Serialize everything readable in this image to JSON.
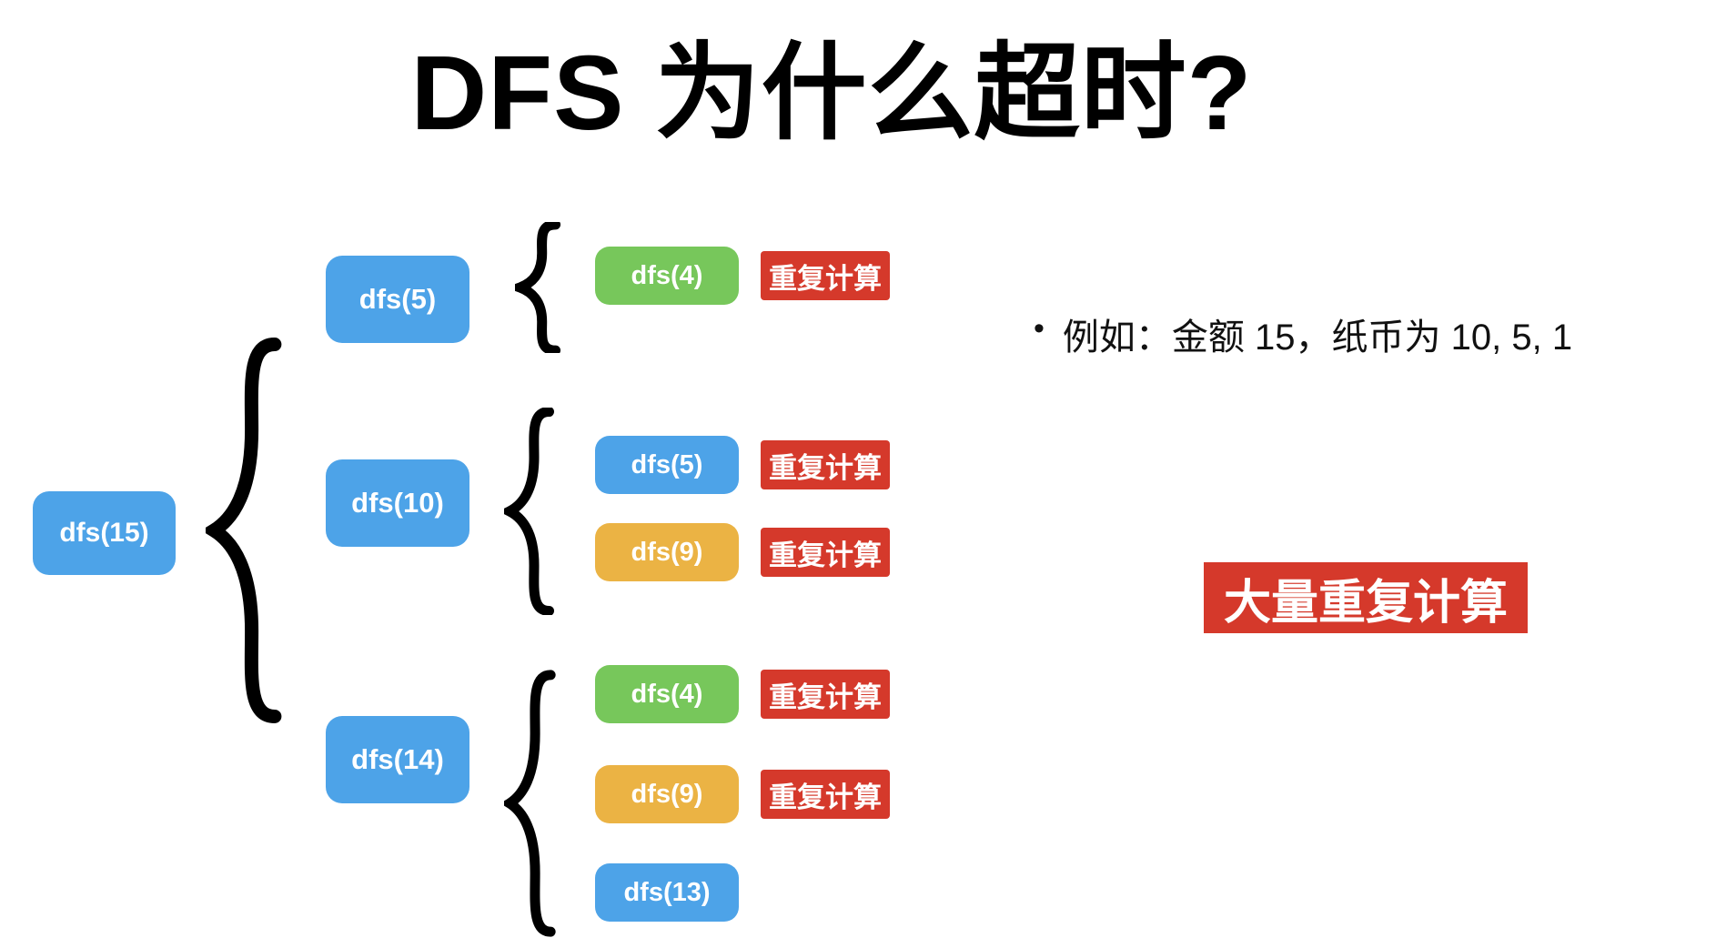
{
  "title": "DFS 为什么超时?",
  "colors": {
    "blue": "#4DA3E8",
    "green": "#77C75B",
    "orange": "#EBB344",
    "red": "#D5392B",
    "black": "#000000",
    "white": "#FFFFFF"
  },
  "tree": {
    "root": {
      "label": "dfs(15)",
      "color": "blue"
    },
    "groups": [
      {
        "parent": {
          "label": "dfs(5)",
          "color": "blue"
        },
        "children": [
          {
            "label": "dfs(4)",
            "color": "green",
            "badge": "重复计算"
          }
        ]
      },
      {
        "parent": {
          "label": "dfs(10)",
          "color": "blue"
        },
        "children": [
          {
            "label": "dfs(5)",
            "color": "blue",
            "badge": "重复计算"
          },
          {
            "label": "dfs(9)",
            "color": "orange",
            "badge": "重复计算"
          }
        ]
      },
      {
        "parent": {
          "label": "dfs(14)",
          "color": "blue"
        },
        "children": [
          {
            "label": "dfs(4)",
            "color": "green",
            "badge": "重复计算"
          },
          {
            "label": "dfs(9)",
            "color": "orange",
            "badge": "重复计算"
          },
          {
            "label": "dfs(13)",
            "color": "blue",
            "badge": null
          }
        ]
      }
    ]
  },
  "note": {
    "bullet": "•",
    "text": "例如：金额 15，纸币为 10, 5, 1"
  },
  "callout": {
    "text": "大量重复计算"
  },
  "icons": {
    "brace": "curly-brace"
  }
}
